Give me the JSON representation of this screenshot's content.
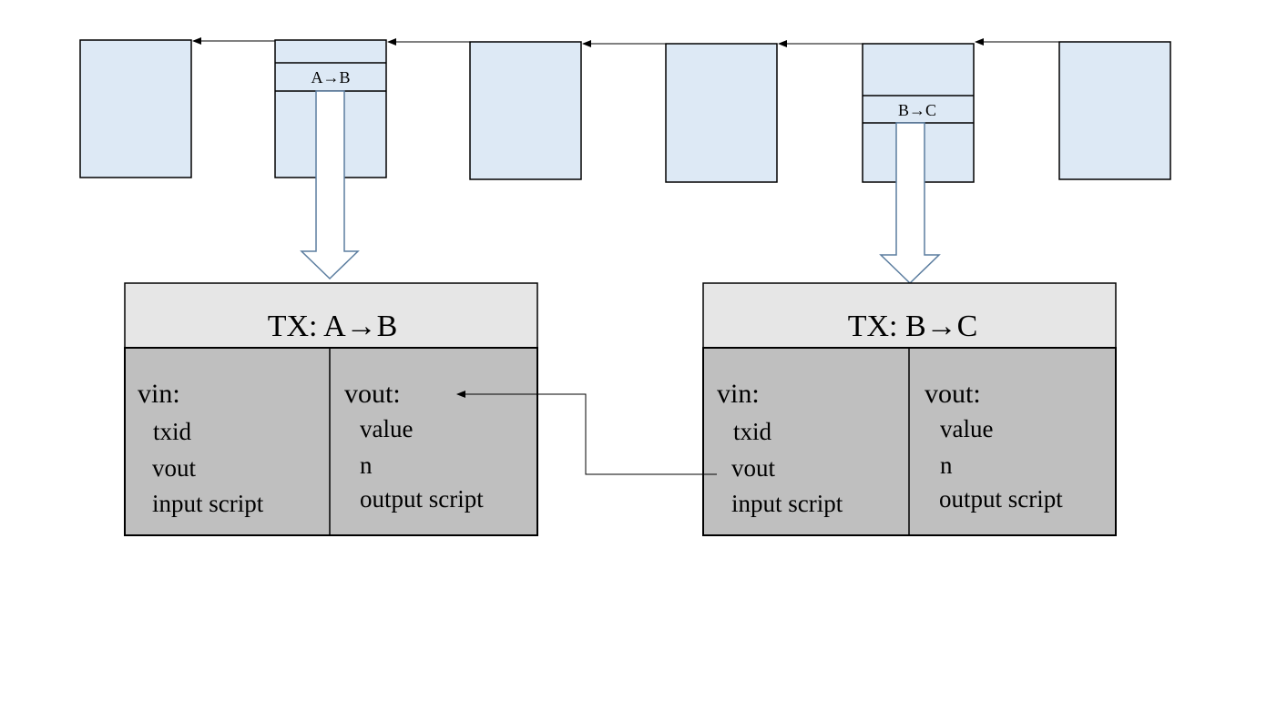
{
  "chain": {
    "blocks": [
      {
        "id": "block-1",
        "tx_label": ""
      },
      {
        "id": "block-2",
        "tx_label": "A→B"
      },
      {
        "id": "block-3",
        "tx_label": ""
      },
      {
        "id": "block-4",
        "tx_label": ""
      },
      {
        "id": "block-5",
        "tx_label": "B→C"
      },
      {
        "id": "block-6",
        "tx_label": ""
      }
    ]
  },
  "transactions": [
    {
      "title": "TX: A→B",
      "vin": {
        "heading": "vin:",
        "fields": [
          "txid",
          "vout",
          "input script"
        ]
      },
      "vout": {
        "heading": "vout:",
        "fields": [
          "value",
          "n",
          "output script"
        ]
      }
    },
    {
      "title": "TX: B→C",
      "vin": {
        "heading": "vin:",
        "fields": [
          "txid",
          "vout",
          "input script"
        ]
      },
      "vout": {
        "heading": "vout:",
        "fields": [
          "value",
          "n",
          "output script"
        ]
      }
    }
  ],
  "colors": {
    "block_fill": "#dde9f5",
    "tx_header_fill": "#e6e6e6",
    "tx_body_fill": "#bfbfbf",
    "big_arrow_stroke": "#5b7d9f"
  }
}
